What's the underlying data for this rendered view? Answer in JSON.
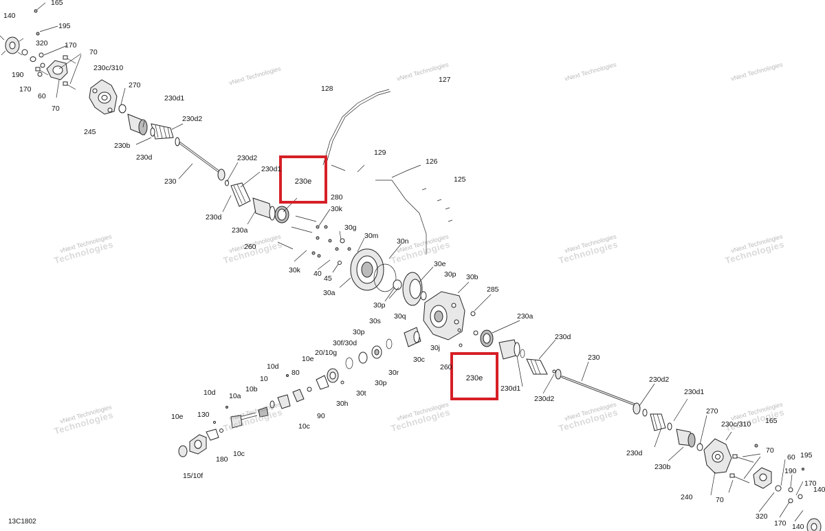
{
  "drawing_code": "13C1802",
  "watermark": {
    "line1": "vNext Technologies",
    "line2": "Technologies"
  },
  "highlight_label": "230e",
  "callouts": [
    "165",
    "195",
    "140",
    "320",
    "170",
    "190",
    "170",
    "60",
    "70",
    "70",
    "230c/310",
    "270",
    "245",
    "230d1",
    "230d2",
    "230b",
    "230d",
    "230",
    "128",
    "127",
    "129",
    "126",
    "125",
    "230d2",
    "230d1",
    "230d",
    "230a",
    "280",
    "30k",
    "30g",
    "260",
    "30k",
    "40",
    "45",
    "30m",
    "30n",
    "30a",
    "30e",
    "30p",
    "30b",
    "285",
    "30p",
    "30q",
    "30s",
    "30p",
    "30j",
    "30c",
    "230a",
    "230d",
    "230",
    "260",
    "30r",
    "30f/30d",
    "30p",
    "20/10g",
    "30t",
    "10e",
    "30h",
    "10d",
    "80",
    "10",
    "90",
    "10b",
    "10c",
    "10a",
    "10d",
    "10e",
    "130",
    "10c",
    "180",
    "15/10f",
    "230d1",
    "230d2",
    "230d2",
    "230d1",
    "230d",
    "270",
    "230b",
    "230c/310",
    "165",
    "70",
    "60",
    "195",
    "190",
    "170",
    "240",
    "70",
    "320",
    "170",
    "140",
    "140"
  ],
  "icons": [
    "shaft-icon",
    "bolt-icon",
    "hub-icon",
    "boot-icon",
    "gear-icon",
    "seal-icon",
    "cable-icon",
    "housing-icon",
    "knuckle-icon"
  ]
}
